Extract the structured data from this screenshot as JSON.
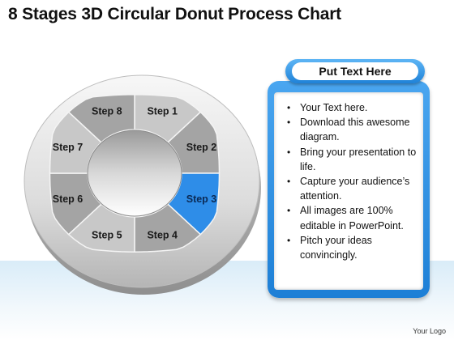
{
  "title": "8 Stages 3D Circular Donut Process Chart",
  "diagram": {
    "steps": [
      "Step 1",
      "Step 2",
      "Step 3",
      "Step 4",
      "Step 5",
      "Step 6",
      "Step 7",
      "Step 8"
    ],
    "highlighted_step": "Step 3",
    "colors": {
      "segment_light": "#c8c8c8",
      "segment_dark": "#a4a4a4",
      "highlight": "#2e8de8",
      "rim": "#e2e2e2"
    }
  },
  "panel": {
    "header": "Put Text Here",
    "bullets": [
      "Your Text here.",
      "Download this awesome diagram.",
      "Bring your presentation to life.",
      "Capture your audience’s attention.",
      "All images are 100% editable in PowerPoint.",
      "Pitch your ideas convincingly."
    ],
    "accent_color": "#1d7fd6"
  },
  "footer": {
    "logo_text": "Your Logo"
  }
}
